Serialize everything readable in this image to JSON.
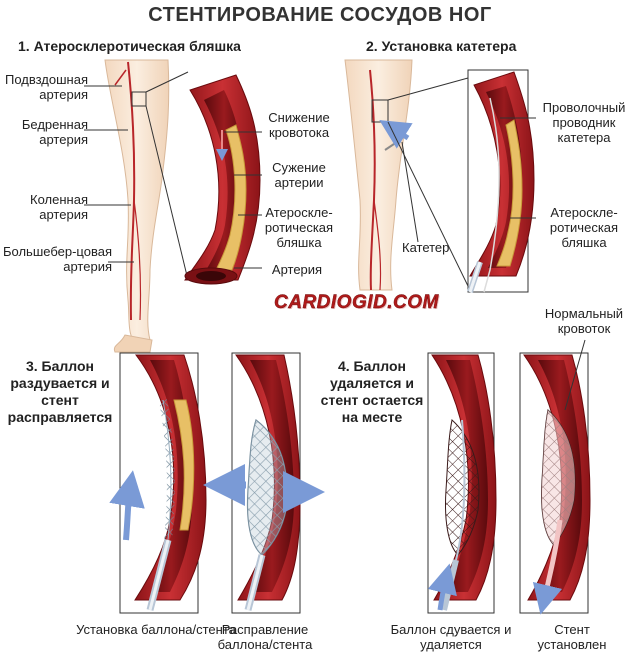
{
  "title": "СТЕНТИРОВАНИЕ СОСУДОВ НОГ",
  "brand": "CARDIOGID.COM",
  "colors": {
    "artery_wall": "#b8262a",
    "artery_dark": "#7a1014",
    "plaque": "#e8c066",
    "plaque_edge": "#c99a3a",
    "leg_skin": "#f6e2cc",
    "arrow_blue": "#7a9ad6",
    "stent": "#7c95a8"
  },
  "steps": [
    {
      "heading": "1. Атеросклеротическая бляшка",
      "labels_left": [
        "Подвздошная артерия",
        "Бедренная артерия",
        "Коленная артерия",
        "Большебер-цовая артерия"
      ],
      "labels_right": [
        "Снижение кровотока",
        "Сужение артерии",
        "Атероскле-ротическая бляшка",
        "Артерия"
      ]
    },
    {
      "heading": "2. Установка катетера",
      "labels_right": [
        "Проволочный проводник катетера",
        "Атероскле-ротическая бляшка"
      ],
      "label_catheter": "Катетер"
    },
    {
      "heading": "3. Баллон раздувается и стент расправляется",
      "captions": [
        "Установка баллона/стента",
        "Расправление баллона/стента"
      ]
    },
    {
      "heading": "4. Баллон удаляется и стент остается на месте",
      "label_flow": "Нормальный кровоток",
      "captions": [
        "Баллон сдувается и удаляется",
        "Стент установлен"
      ]
    }
  ]
}
